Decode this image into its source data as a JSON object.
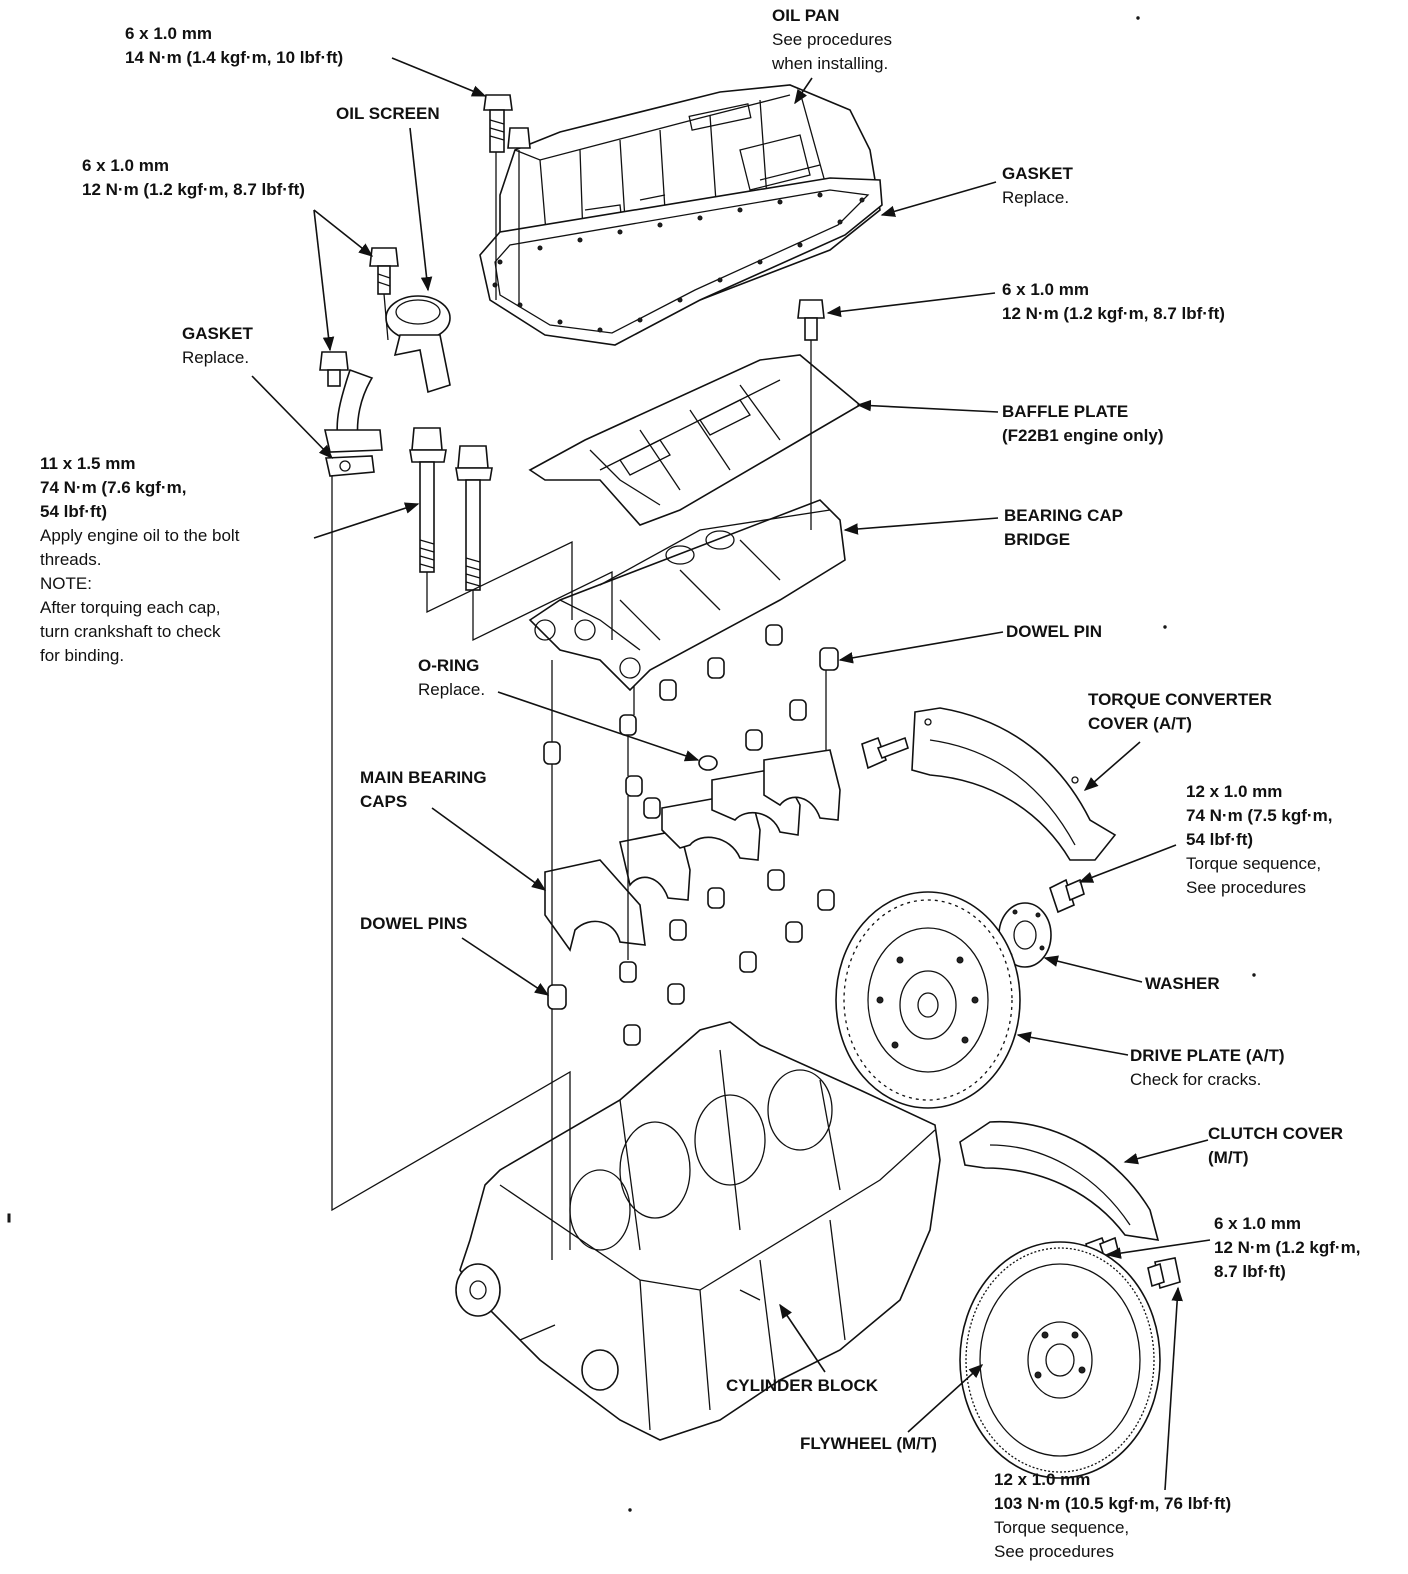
{
  "labels": {
    "oil_pan": {
      "title": "OIL PAN",
      "desc": [
        "See procedures",
        "when installing."
      ]
    },
    "oil_pan_bolt": {
      "lines": [
        "6 x 1.0 mm",
        "14 N·m (1.4 kgf·m, 10 lbf·ft)"
      ]
    },
    "oil_screen": {
      "title": "OIL SCREEN"
    },
    "oil_screen_bolt": {
      "lines": [
        "6 x 1.0 mm",
        "12 N·m (1.2 kgf·m, 8.7 lbf·ft)"
      ]
    },
    "pan_gasket": {
      "title": "GASKET",
      "desc": [
        "Replace."
      ]
    },
    "screen_gasket": {
      "title": "GASKET",
      "desc": [
        "Replace."
      ]
    },
    "baffle_bolt": {
      "lines": [
        "6 x 1.0 mm",
        "12 N·m (1.2 kgf·m, 8.7 lbf·ft)"
      ]
    },
    "baffle_plate": {
      "lines": [
        "BAFFLE PLATE",
        "(F22B1 engine only)"
      ]
    },
    "main_bolt": {
      "bold": [
        "11 x 1.5 mm",
        "74 N·m (7.6 kgf·m,",
        "54 lbf·ft)"
      ],
      "desc": [
        "Apply engine oil to the bolt",
        "threads.",
        "NOTE:",
        "After torquing each cap,",
        "turn crankshaft to check",
        "for binding."
      ]
    },
    "bearing_cap_bridge": {
      "lines": [
        "BEARING CAP",
        "BRIDGE"
      ]
    },
    "dowel_pin": {
      "title": "DOWEL PIN"
    },
    "o_ring": {
      "title": "O-RING",
      "desc": [
        "Replace."
      ]
    },
    "torque_converter_cover": {
      "lines": [
        "TORQUE CONVERTER",
        "COVER (A/T)"
      ]
    },
    "main_bearing_caps": {
      "lines": [
        "MAIN BEARING",
        "CAPS"
      ]
    },
    "drive_plate_bolt": {
      "bold": [
        "12 x 1.0 mm",
        "74 N·m (7.5 kgf·m,",
        "54 lbf·ft)"
      ],
      "desc": [
        "Torque sequence,",
        " See procedures"
      ]
    },
    "dowel_pins": {
      "title": "DOWEL PINS"
    },
    "washer": {
      "title": "WASHER"
    },
    "drive_plate": {
      "title": "DRIVE PLATE (A/T)",
      "desc": [
        "Check for cracks."
      ]
    },
    "clutch_cover": {
      "lines": [
        "CLUTCH COVER",
        "(M/T)"
      ]
    },
    "clutch_cover_bolt": {
      "lines": [
        "6 x 1.0 mm",
        "12 N·m (1.2 kgf·m,",
        "8.7 lbf·ft)"
      ]
    },
    "cylinder_block": {
      "title": "CYLINDER BLOCK"
    },
    "flywheel": {
      "title": "FLYWHEEL (M/T)"
    },
    "flywheel_bolt": {
      "bold": [
        "12 x 1.0 mm",
        "103 N·m (10.5 kgf·m, 76 lbf·ft)"
      ],
      "desc": [
        "Torque sequence,",
        " See procedures"
      ]
    }
  }
}
